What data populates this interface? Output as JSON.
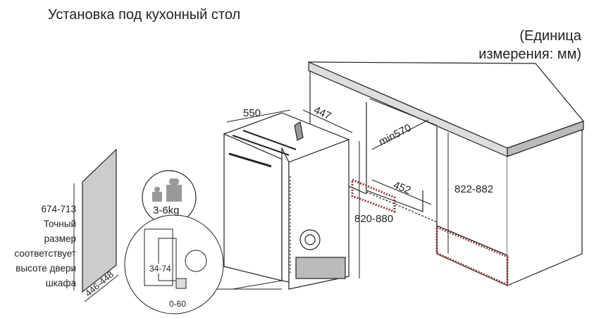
{
  "title": "Установка под кухонный стол",
  "units": {
    "line1": "(Единица",
    "line2": "измерения: мм)"
  },
  "dimensions": {
    "width": "550",
    "depth": "447",
    "niche_depth": "min570",
    "niche_width": "452",
    "niche_height": "822-882",
    "appliance_height": "820-880",
    "door_width": "446-448",
    "plinth_height": "34-74",
    "foot_adjust": "0-60"
  },
  "door_panel": {
    "height": "674-713",
    "note_lines": [
      "Точный",
      "размер",
      "соответствует",
      "высоте двери",
      "шкафа"
    ]
  },
  "weight": {
    "label": "3-6kg"
  },
  "colors": {
    "line": "#222222",
    "panel": "#cccccc",
    "plinth": "#8a3a3a",
    "top": "#e6e6e6"
  }
}
